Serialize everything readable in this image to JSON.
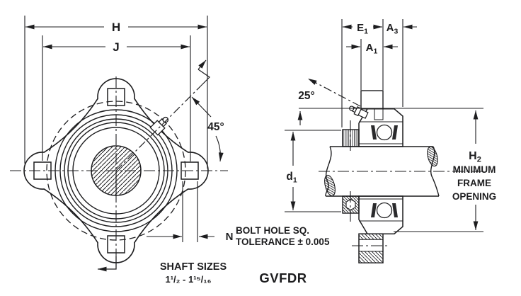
{
  "title": {
    "model": "GVFDR"
  },
  "front_view": {
    "dim_h_label": "H",
    "dim_j_label": "J",
    "angle_label": "45°",
    "dim_n_label": "N",
    "bolt_hole_note_line1": "BOLT HOLE SQ.",
    "bolt_hole_note_line2": "TOLERANCE ± 0.005",
    "shaft_sizes_label": "SHAFT SIZES",
    "shaft_sizes_range": "1¹/₂ - 1¹⁵/₁₆"
  },
  "side_view": {
    "angle_label": "25°",
    "dim_e1_base": "E",
    "dim_e1_sub": "1",
    "dim_a3_base": "A",
    "dim_a3_sub": "3",
    "dim_a1_base": "A",
    "dim_a1_sub": "1",
    "dim_d1_base": "d",
    "dim_d1_sub": "1",
    "dim_h2_base": "H",
    "dim_h2_sub": "2",
    "h2_note_line1": "MINIMUM",
    "h2_note_line2": "FRAME",
    "h2_note_line3": "OPENING"
  },
  "colors": {
    "ink": "#1d1d1f",
    "background": "#ffffff"
  }
}
